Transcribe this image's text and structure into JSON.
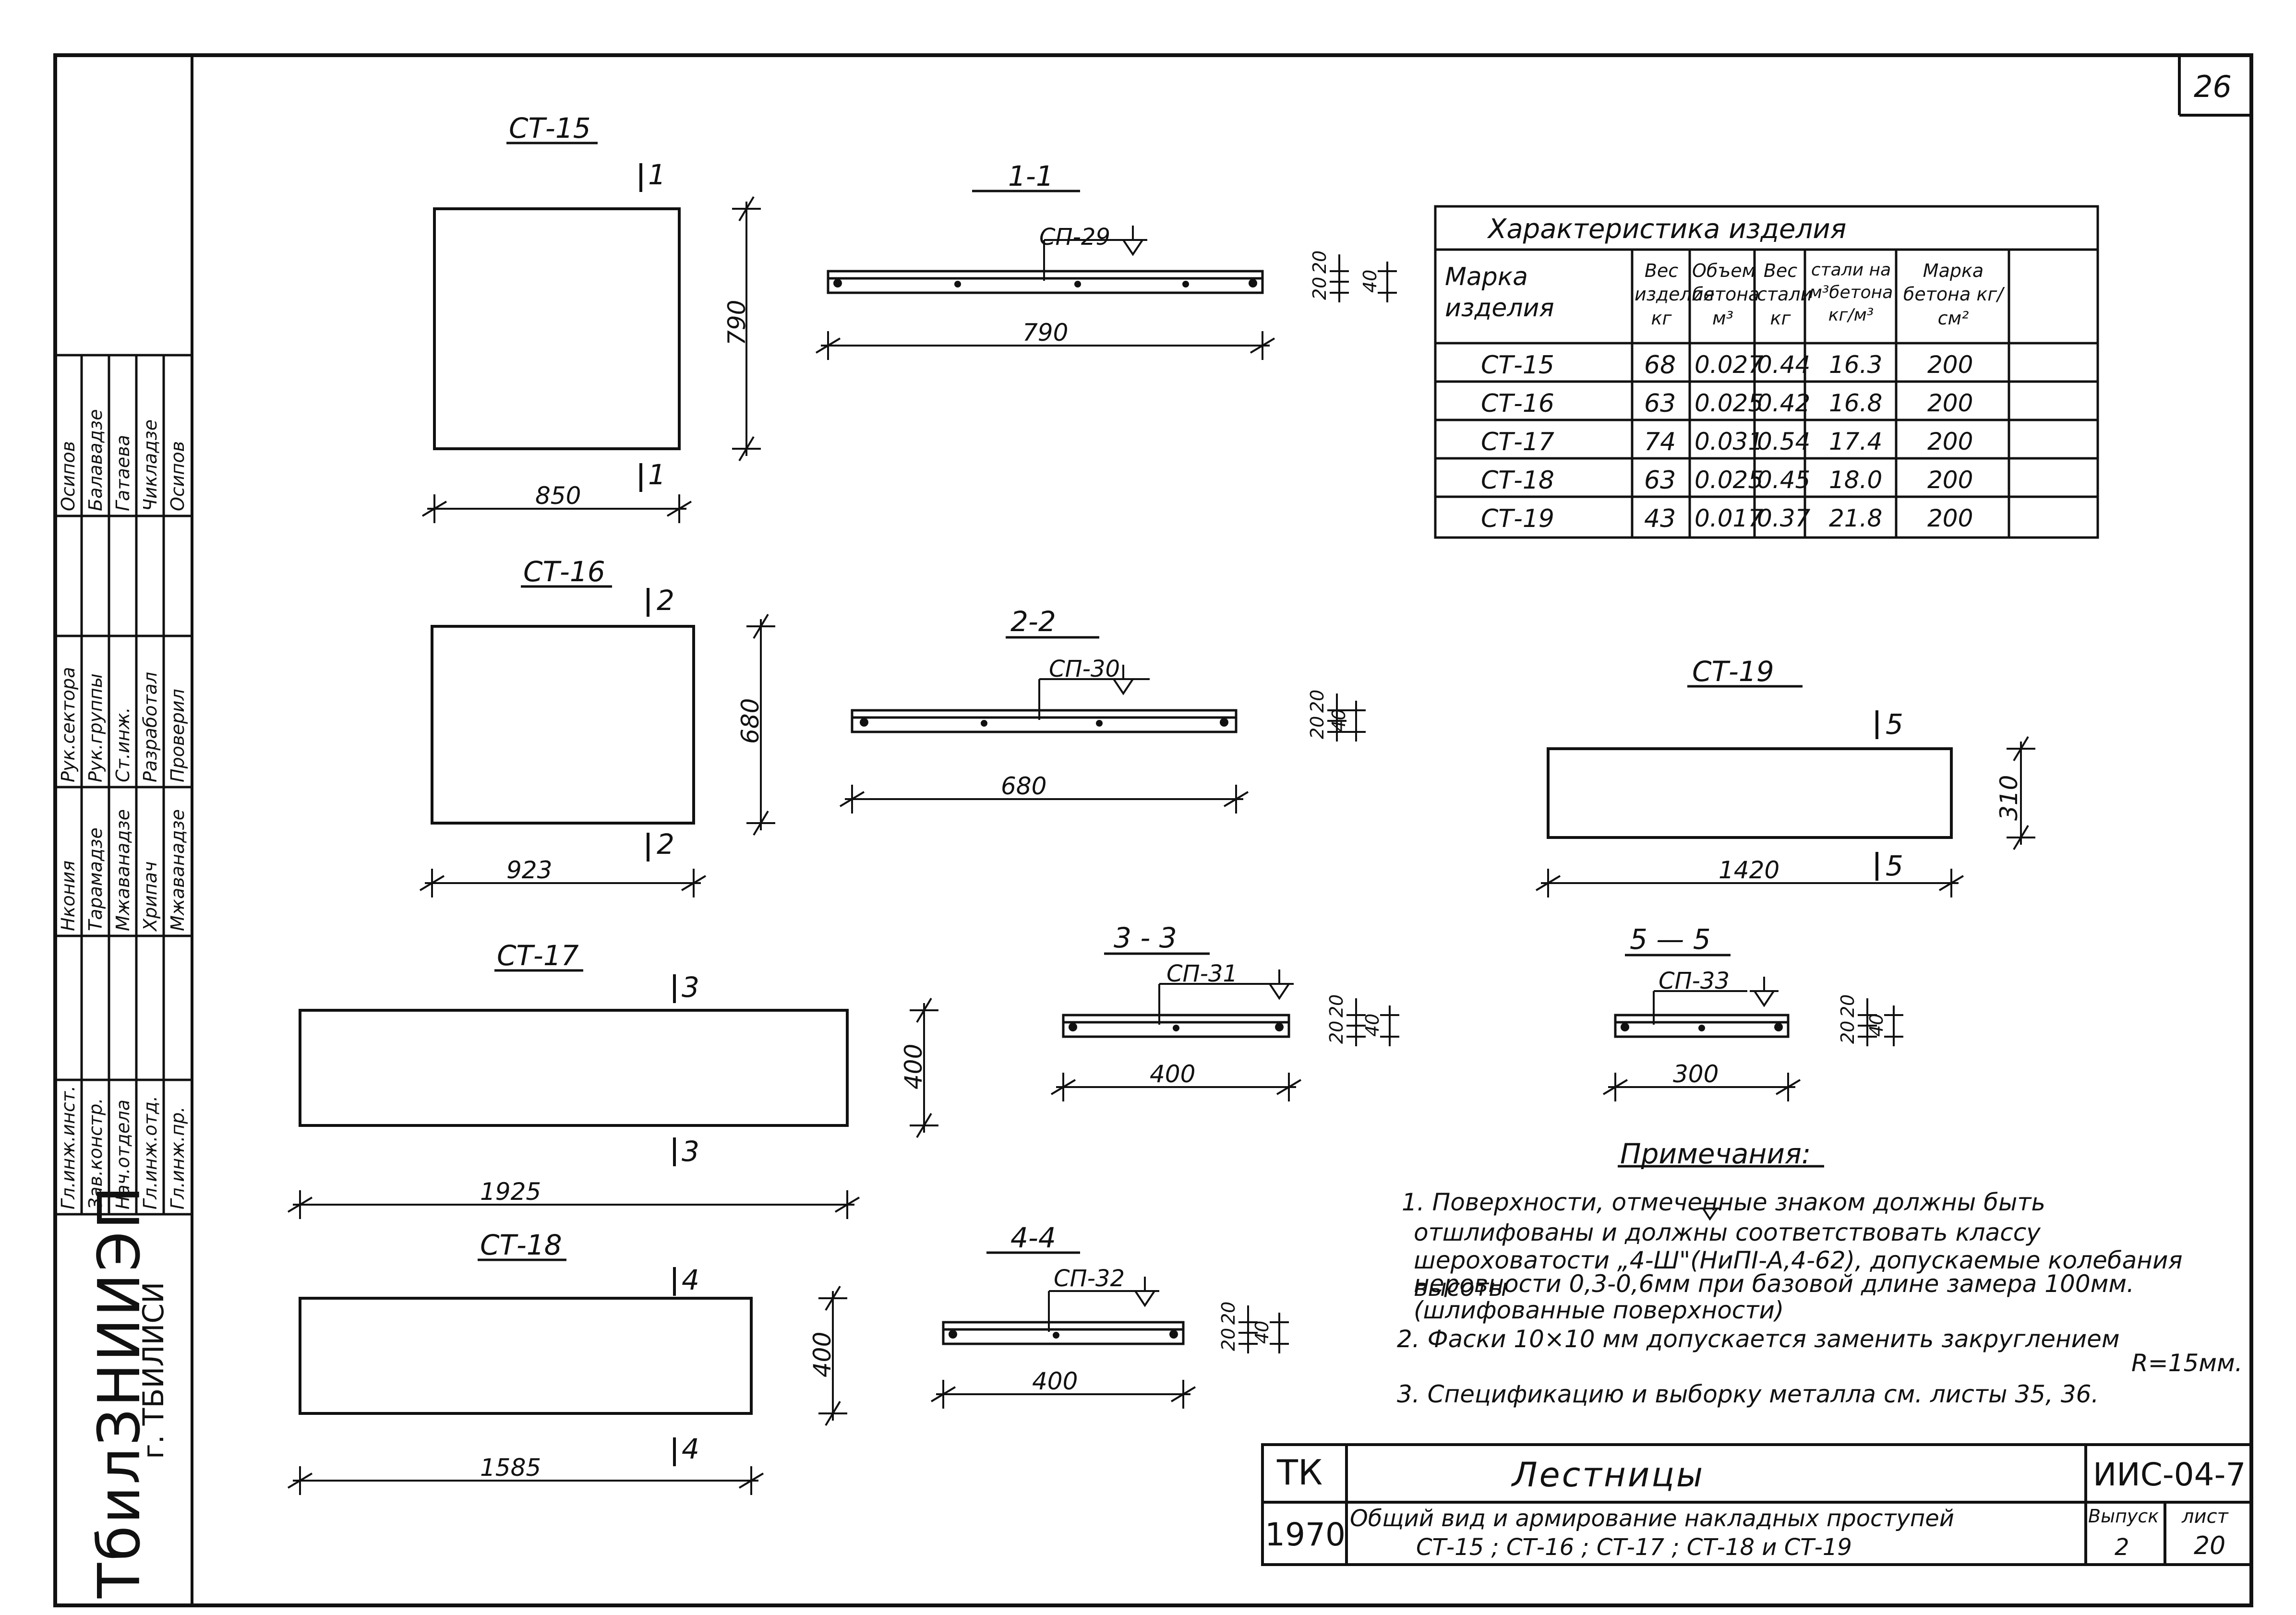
{
  "sheet": {
    "page_number": "26",
    "organization": "ТбилЗНИИЭП",
    "city": "г. ТБИЛИСИ"
  },
  "stamp": {
    "rows": [
      {
        "role": "Гл.инж.инст.",
        "name": "Нкония",
        "title": "Рук.сектора",
        "signer": "Осипов"
      },
      {
        "role": "Зав.констр.",
        "name": "Тарамадзе",
        "title": "Рук.группы",
        "signer": "Балавадзе"
      },
      {
        "role": "Нач.отдела",
        "name": "Мжаванадзе",
        "title": "Ст.инж.",
        "signer": "Гатаева"
      },
      {
        "role": "Гл.инж.отд.",
        "name": "Хрипач",
        "title": "Разработал",
        "signer": "Чикладзе"
      },
      {
        "role": "Гл.инж.пр.",
        "name": "Мжаванадзе",
        "title": "Проверил",
        "signer": "Осипов"
      }
    ]
  },
  "plans": [
    {
      "id": "ct15",
      "label": "СТ-15",
      "cut": "1",
      "width_dim": "850",
      "height_dim": "790"
    },
    {
      "id": "ct16",
      "label": "СТ-16",
      "cut": "2",
      "width_dim": "923",
      "height_dim": "680"
    },
    {
      "id": "ct17",
      "label": "СТ-17",
      "cut": "3",
      "width_dim": "1925",
      "height_dim": "400"
    },
    {
      "id": "ct18",
      "label": "СТ-18",
      "cut": "4",
      "width_dim": "1585",
      "height_dim": "400"
    },
    {
      "id": "ct19",
      "label": "СТ-19",
      "cut": "5",
      "width_dim": "1420",
      "height_dim": "310"
    }
  ],
  "sections": [
    {
      "id": "s11",
      "label": "1-1",
      "mesh": "СП-29",
      "length_dim": "790",
      "d1": "20",
      "d2": "20",
      "d3": "40"
    },
    {
      "id": "s22",
      "label": "2-2",
      "mesh": "СП-30",
      "length_dim": "680",
      "d1": "20",
      "d2": "20",
      "d3": "40"
    },
    {
      "id": "s33",
      "label": "3 - 3",
      "mesh": "СП-31",
      "length_dim": "400",
      "d1": "20",
      "d2": "20",
      "d3": "40"
    },
    {
      "id": "s44",
      "label": "4-4",
      "mesh": "СП-32",
      "length_dim": "400",
      "d1": "20",
      "d2": "20",
      "d3": "40"
    },
    {
      "id": "s55",
      "label": "5 — 5",
      "mesh": "СП-33",
      "length_dim": "300",
      "d1": "20",
      "d2": "20",
      "d3": "40"
    }
  ],
  "table": {
    "title": "Характеристика  изделия",
    "headers": [
      "Марка изделия",
      "Вес изделия кг",
      "Объем бетона м³",
      "Вес стали кг",
      "стали на м³бетона кг/м³",
      "Марка бетона кг/см²"
    ],
    "rows": [
      [
        "СТ-15",
        "68",
        "0.027",
        "0.44",
        "16.3",
        "200"
      ],
      [
        "СТ-16",
        "63",
        "0.025",
        "0.42",
        "16.8",
        "200"
      ],
      [
        "СТ-17",
        "74",
        "0.031",
        "0.54",
        "17.4",
        "200"
      ],
      [
        "СТ-18",
        "63",
        "0.025",
        "0.45",
        "18.0",
        "200"
      ],
      [
        "СТ-19",
        "43",
        "0.017",
        "0.37",
        "21.8",
        "200"
      ]
    ]
  },
  "notes": {
    "title": "Примечания:",
    "lines": [
      "1. Поверхности, отмеченные знаком      должны быть",
      "отшлифованы и должны соответствовать классу шероховатости „4-Ш\"(НиПI-А,4-62), допускаемые колебания высоты",
      "неровности 0,3-0,6мм при базовой длине замера 100мм.",
      "(шлифованные поверхности)",
      "2. Фаски 10×10 мм допускается заменить закруглением",
      "R=15мм.",
      "3. Спецификацию и выборку металла см. листы 35, 36."
    ]
  },
  "title_block": {
    "series": "ТК",
    "year": "1970",
    "title": "Лестницы",
    "subtitle1": "Общий вид и армирование накладных проступей",
    "subtitle2": "СТ-15 ; СТ-16 ; СТ-17 ; СТ-18 и СТ-19",
    "code": "ИИС-04-7",
    "issue_label": "Выпуск",
    "issue": "2",
    "sheet_label": "лист",
    "sheet": "20"
  }
}
